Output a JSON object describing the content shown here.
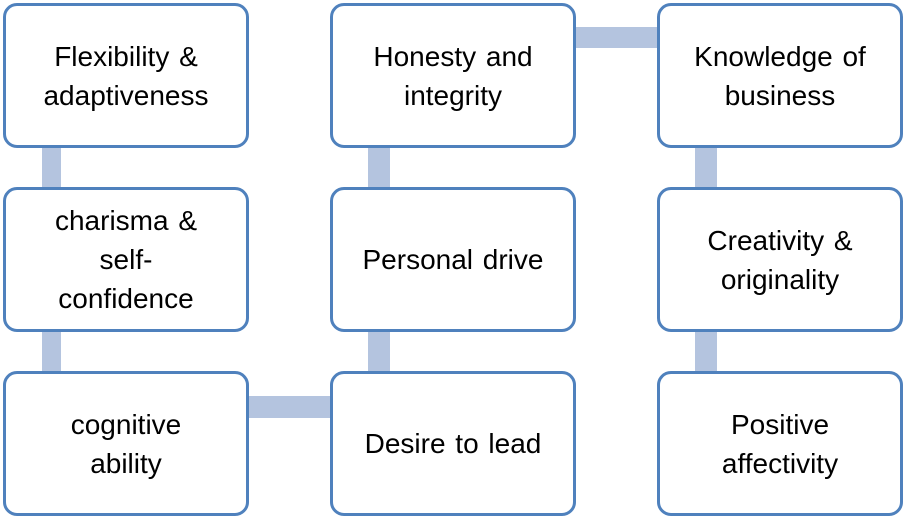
{
  "colors": {
    "node_border": "#4f81bd",
    "node_fill": "#ffffff",
    "connector": "#b4c4df",
    "text": "#000000"
  },
  "nodes": [
    {
      "label": "Flexibility &\nadaptiveness"
    },
    {
      "label": "charisma &\nself-\nconfidence"
    },
    {
      "label": "cognitive\nability"
    },
    {
      "label": "Honesty and\nintegrity"
    },
    {
      "label": "Personal drive"
    },
    {
      "label": "Desire to lead"
    },
    {
      "label": "Knowledge  of\nbusiness"
    },
    {
      "label": "Creativity &\noriginality"
    },
    {
      "label": "Positive\naffectivity"
    }
  ]
}
